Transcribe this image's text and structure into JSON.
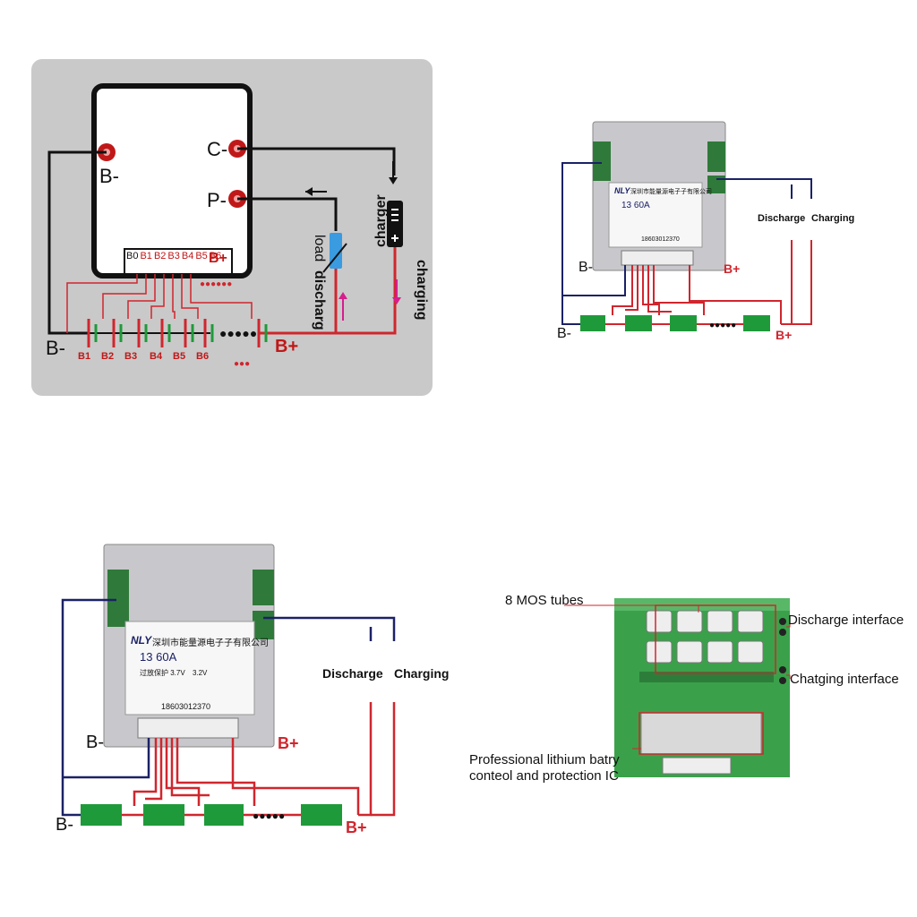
{
  "diagram1": {
    "terminals": {
      "b_minus": "B-",
      "c_minus": "C-",
      "p_minus": "P-"
    },
    "connector_pins": [
      "B0",
      "B1",
      "B2",
      "B3",
      "B4",
      "B5",
      "B6"
    ],
    "connector_bplus": "B+",
    "cell_labels": [
      "B1",
      "B2",
      "B3",
      "B4",
      "B5",
      "B6"
    ],
    "b_minus_bottom": "B-",
    "b_plus_bottom": "B+",
    "load": "load",
    "discharg": "discharg",
    "charger": "charger",
    "charging": "charging"
  },
  "diagram2": {
    "b_minus_board": "B-",
    "b_plus_board": "B+",
    "b_minus_bottom": "B-",
    "b_plus_bottom": "B+",
    "discharge": "Discharge",
    "charging": "Charging",
    "sticker": {
      "brand": "NLY",
      "company": "深圳市能量源电子子有限公司",
      "spec_13": "13",
      "spec_60": "60",
      "spec_a": "A",
      "phone": "18603012370"
    }
  },
  "diagram3": {
    "b_minus_board": "B-",
    "b_plus_board": "B+",
    "b_minus_bottom": "B-",
    "b_plus_bottom": "B+",
    "discharge": "Discharge",
    "charging": "Charging",
    "sticker": {
      "brand": "NLY",
      "company": "深圳市能量源电子子有限公司",
      "spec_13": "13",
      "spec_60": "60",
      "spec_a": "A",
      "row1": "过放保护",
      "row1b": "3.7V",
      "row1c": "3.2V",
      "phone": "18603012370"
    }
  },
  "diagram4": {
    "mos_tubes": "8 MOS tubes",
    "discharge_interface": "Discharge interface",
    "charging_interface": "Chatging interface",
    "ic_line1": "Professional lithium batry",
    "ic_line2": "conteol and protection IC"
  },
  "colors": {
    "panel_gray": "#c9c9c9",
    "wire_red": "#d0262e",
    "wire_navy": "#1b2266",
    "cell_green": "#1f9a3a",
    "arrow_magenta": "#d61e8c"
  }
}
